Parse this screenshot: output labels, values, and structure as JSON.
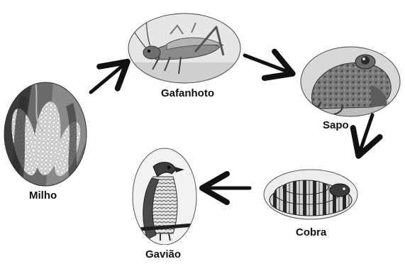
{
  "diagram": {
    "type": "food-chain",
    "nodes": [
      {
        "id": "milho",
        "label": "Milho",
        "icon": "corn-icon"
      },
      {
        "id": "gafanhoto",
        "label": "Gafanhoto",
        "icon": "grasshopper-icon"
      },
      {
        "id": "sapo",
        "label": "Sapo",
        "icon": "toad-icon"
      },
      {
        "id": "cobra",
        "label": "Cobra",
        "icon": "snake-icon"
      },
      {
        "id": "gaviao",
        "label": "Gavião",
        "icon": "hawk-icon"
      }
    ],
    "edges": [
      {
        "from": "milho",
        "to": "gafanhoto"
      },
      {
        "from": "gafanhoto",
        "to": "sapo"
      },
      {
        "from": "sapo",
        "to": "cobra"
      },
      {
        "from": "cobra",
        "to": "gaviao"
      }
    ]
  }
}
